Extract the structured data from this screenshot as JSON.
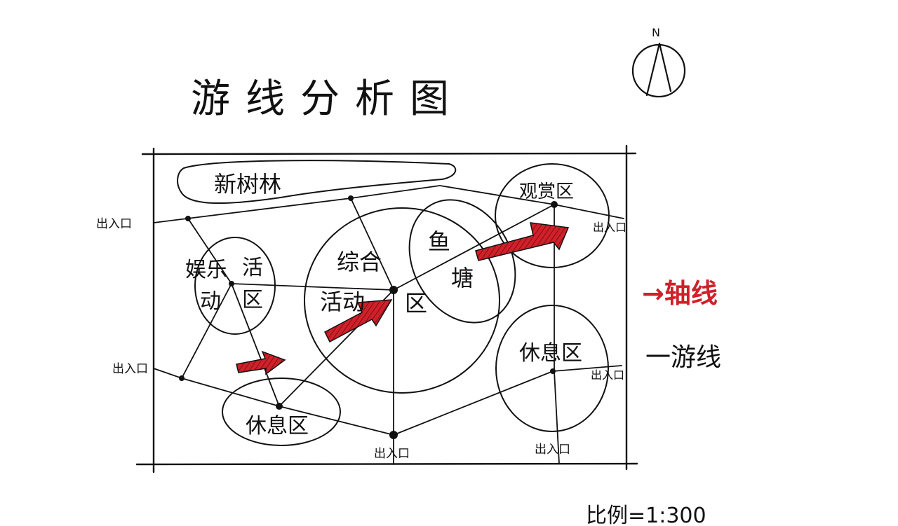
{
  "title": "游线分析图",
  "north_label": "N",
  "zones": {
    "new_forest": "新树林",
    "recreation": [
      "娱乐",
      "活",
      "动",
      "区"
    ],
    "comprehensive": [
      "综合",
      "活动",
      "区"
    ],
    "fish_pond": [
      "鱼",
      "塘"
    ],
    "viewing": "观赏区",
    "rest_east": "休息区",
    "rest_south": "休息区"
  },
  "entrances": {
    "west_upper": "出入口",
    "west_lower": "出入口",
    "south_center": "出入口",
    "south_east": "出入口",
    "east_upper": "出入口",
    "east_lower": "出入口"
  },
  "legend": {
    "axis_label": "→轴线",
    "axis_color": "#d0202a",
    "tour_label": "一游线"
  },
  "scale": "比例=1:300"
}
